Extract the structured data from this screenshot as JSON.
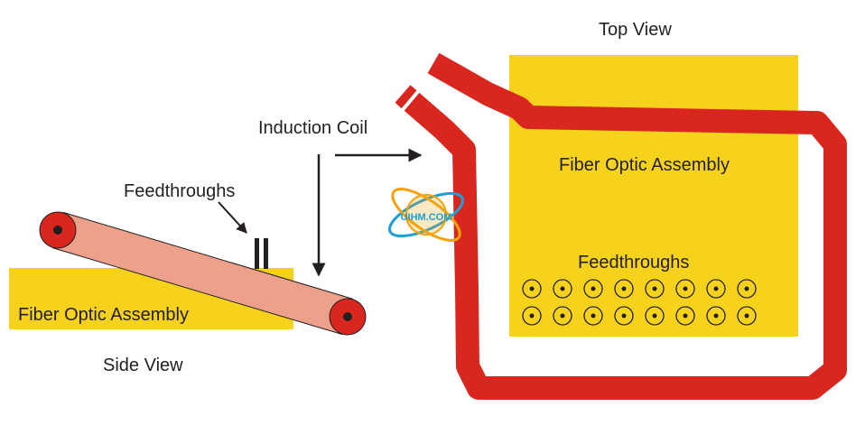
{
  "labels": {
    "top_view": "Top View",
    "side_view": "Side View",
    "induction_coil": "Induction Coil",
    "feedthroughs_side": "Feedthroughs",
    "feedthroughs_top": "Feedthroughs",
    "fiber_optic_side": "Fiber Optic Assembly",
    "fiber_optic_top": "Fiber Optic Assembly",
    "logo_text": "UIHM.COM"
  },
  "colors": {
    "assembly_yellow": "#f6d21c",
    "coil_red": "#d9261e",
    "tube_salmon": "#eda08a",
    "dark": "#231f20",
    "logo_blue": "#1f9fd6",
    "logo_orange": "#f5a20a"
  },
  "feedthrough_grid": {
    "rows": 2,
    "columns": 8
  }
}
